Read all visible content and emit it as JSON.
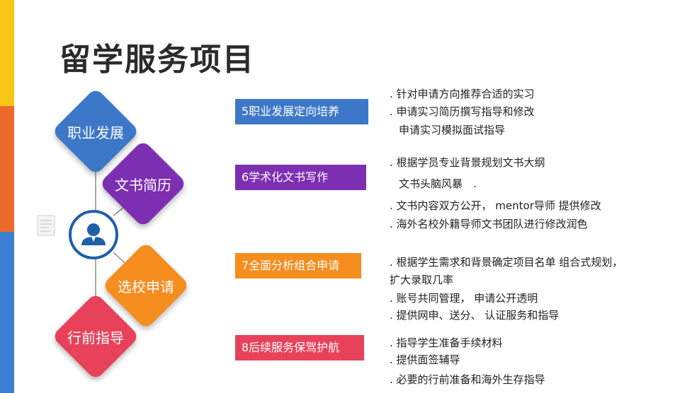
{
  "page": {
    "title": "留学服务项目"
  },
  "colors": {
    "strip_top": "#f6c515",
    "strip_mid": "#ec6a2c",
    "strip_bottom": "#3a7fd0",
    "career": "#3d78c8",
    "writing": "#7d2fb2",
    "school": "#f58d1f",
    "departure": "#e8425a",
    "connector": "#8d8d8d",
    "person": "#1f5fa8"
  },
  "icons": {
    "person": "user-avatar-icon",
    "document": "document-icon"
  },
  "categories": [
    {
      "label": "职业发展",
      "color_key": "career"
    },
    {
      "label": "文书简历",
      "color_key": "writing"
    },
    {
      "label": "选校申请",
      "color_key": "school"
    },
    {
      "label": "行前指导",
      "color_key": "departure"
    }
  ],
  "services": [
    {
      "label": "5职业发展定向培养",
      "color_key": "career",
      "lines": [
        ". 针对申请方向推荐合适的实习",
        ". 申请实习简历撰写指导和修改",
        "申请实习模拟面试指导"
      ]
    },
    {
      "label": "6学术化文书写作",
      "color_key": "writing",
      "lines": [
        ". 根据学员专业背景规划文书大纲",
        "文书头脑风暴　.",
        ". 文书内容双方公开， mentor导师 提供修改",
        ". 海外名校外籍导师文书团队进行修改润色"
      ]
    },
    {
      "label": "7全面分析组合申请",
      "color_key": "school",
      "lines": [
        ". 根据学生需求和背景确定项目名单 组合式规划，",
        "扩大录取几率",
        ". 账号共同管理， 申请公开透明",
        ". 提供网申、送分、 认证服务和指导"
      ]
    },
    {
      "label": "8后续服务保驾护航",
      "color_key": "departure",
      "lines": [
        ". 指导学生准备手续材料",
        ". 提供面签辅导",
        ". 必要的行前准备和海外生存指导"
      ]
    }
  ]
}
